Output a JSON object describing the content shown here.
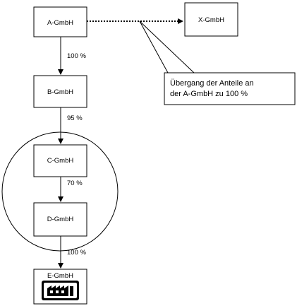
{
  "companies": {
    "a": "A-GmbH",
    "b": "B-GmbH",
    "c": "C-GmbH",
    "d": "D-GmbH",
    "e": "E-GmbH",
    "x": "X-GmbH"
  },
  "shares": {
    "a_to_b": "100 %",
    "b_to_c": "95 %",
    "c_to_d": "70 %",
    "d_to_e": "100 %"
  },
  "callout": {
    "line1": "Übergang der Anteile an",
    "line2": "der A-GmbH zu 100 %"
  },
  "icons": {
    "e_gmbh_badge": "factory-icon"
  }
}
